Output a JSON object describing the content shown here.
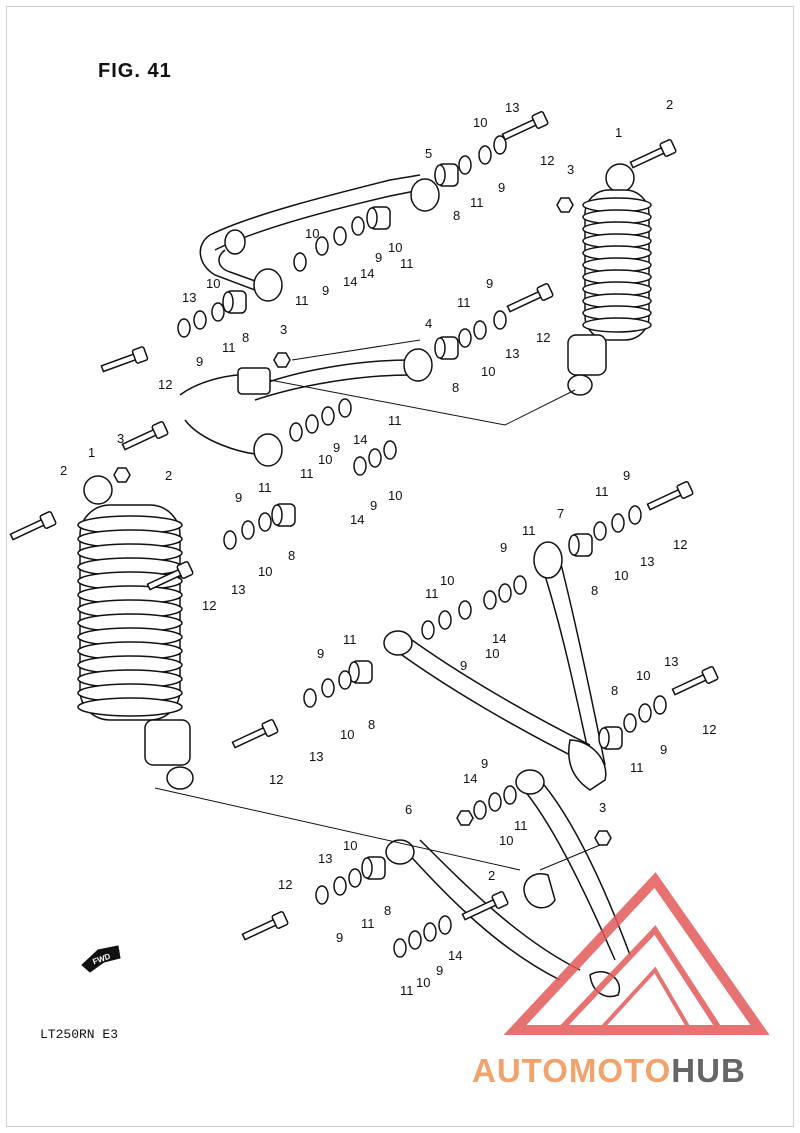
{
  "figure": {
    "title": "FIG. 41",
    "model_code": "LT250RN E3",
    "direction_label": "FWD"
  },
  "callouts": [
    {
      "id": "c1",
      "text": "13"
    },
    {
      "id": "c2",
      "text": "12"
    },
    {
      "id": "c3",
      "text": "10"
    },
    {
      "id": "c4",
      "text": "9"
    },
    {
      "id": "c5",
      "text": "11"
    },
    {
      "id": "c6",
      "text": "8"
    },
    {
      "id": "c7",
      "text": "5"
    },
    {
      "id": "c8",
      "text": "10"
    },
    {
      "id": "c9",
      "text": "9"
    },
    {
      "id": "c10",
      "text": "14"
    },
    {
      "id": "c11",
      "text": "14"
    },
    {
      "id": "c12",
      "text": "9"
    },
    {
      "id": "c13",
      "text": "10"
    },
    {
      "id": "c14",
      "text": "11"
    },
    {
      "id": "c15",
      "text": "11"
    },
    {
      "id": "c16",
      "text": "2"
    },
    {
      "id": "c17",
      "text": "1"
    },
    {
      "id": "c18",
      "text": "3"
    },
    {
      "id": "c19",
      "text": "13"
    },
    {
      "id": "c20",
      "text": "10"
    },
    {
      "id": "c21",
      "text": "9"
    },
    {
      "id": "c22",
      "text": "11"
    },
    {
      "id": "c23",
      "text": "8"
    },
    {
      "id": "c24",
      "text": "12"
    },
    {
      "id": "c25",
      "text": "3"
    },
    {
      "id": "c26",
      "text": "4"
    },
    {
      "id": "c27",
      "text": "11"
    },
    {
      "id": "c28",
      "text": "9"
    },
    {
      "id": "c29",
      "text": "8"
    },
    {
      "id": "c30",
      "text": "10"
    },
    {
      "id": "c31",
      "text": "13"
    },
    {
      "id": "c32",
      "text": "12"
    },
    {
      "id": "c33",
      "text": "2"
    },
    {
      "id": "c34",
      "text": "11"
    },
    {
      "id": "c35",
      "text": "10"
    },
    {
      "id": "c36",
      "text": "9"
    },
    {
      "id": "c37",
      "text": "14"
    },
    {
      "id": "c38",
      "text": "11"
    },
    {
      "id": "c39",
      "text": "14"
    },
    {
      "id": "c40",
      "text": "9"
    },
    {
      "id": "c41",
      "text": "10"
    },
    {
      "id": "c42",
      "text": "1"
    },
    {
      "id": "c43",
      "text": "3"
    },
    {
      "id": "c44",
      "text": "2"
    },
    {
      "id": "c45",
      "text": "9"
    },
    {
      "id": "c46",
      "text": "11"
    },
    {
      "id": "c47",
      "text": "12"
    },
    {
      "id": "c48",
      "text": "13"
    },
    {
      "id": "c49",
      "text": "10"
    },
    {
      "id": "c50",
      "text": "8"
    },
    {
      "id": "c51",
      "text": "11"
    },
    {
      "id": "c52",
      "text": "7"
    },
    {
      "id": "c53",
      "text": "9"
    },
    {
      "id": "c54",
      "text": "12"
    },
    {
      "id": "c55",
      "text": "8"
    },
    {
      "id": "c56",
      "text": "10"
    },
    {
      "id": "c57",
      "text": "13"
    },
    {
      "id": "c58",
      "text": "11"
    },
    {
      "id": "c59",
      "text": "9"
    },
    {
      "id": "c60",
      "text": "10"
    },
    {
      "id": "c61",
      "text": "11"
    },
    {
      "id": "c62",
      "text": "10"
    },
    {
      "id": "c63",
      "text": "14"
    },
    {
      "id": "c64",
      "text": "9"
    },
    {
      "id": "c65",
      "text": "9"
    },
    {
      "id": "c66",
      "text": "11"
    },
    {
      "id": "c67",
      "text": "8"
    },
    {
      "id": "c68",
      "text": "10"
    },
    {
      "id": "c69",
      "text": "13"
    },
    {
      "id": "c70",
      "text": "12"
    },
    {
      "id": "c71",
      "text": "8"
    },
    {
      "id": "c72",
      "text": "10"
    },
    {
      "id": "c73",
      "text": "13"
    },
    {
      "id": "c74",
      "text": "12"
    },
    {
      "id": "c75",
      "text": "11"
    },
    {
      "id": "c76",
      "text": "9"
    },
    {
      "id": "c77",
      "text": "14"
    },
    {
      "id": "c78",
      "text": "9"
    },
    {
      "id": "c79",
      "text": "11"
    },
    {
      "id": "c80",
      "text": "10"
    },
    {
      "id": "c81",
      "text": "3"
    },
    {
      "id": "c82",
      "text": "6"
    },
    {
      "id": "c83",
      "text": "13"
    },
    {
      "id": "c84",
      "text": "10"
    },
    {
      "id": "c85",
      "text": "12"
    },
    {
      "id": "c86",
      "text": "9"
    },
    {
      "id": "c87",
      "text": "11"
    },
    {
      "id": "c88",
      "text": "8"
    },
    {
      "id": "c89",
      "text": "2"
    },
    {
      "id": "c90",
      "text": "14"
    },
    {
      "id": "c91",
      "text": "9"
    },
    {
      "id": "c92",
      "text": "11"
    },
    {
      "id": "c93",
      "text": "10"
    }
  ],
  "watermark": {
    "text_part1": "AUTOMOTO",
    "text_part2": "HUB",
    "color_primary": "#f2a36b",
    "color_secondary": "#e35a5a",
    "color_tertiary": "#666666"
  }
}
